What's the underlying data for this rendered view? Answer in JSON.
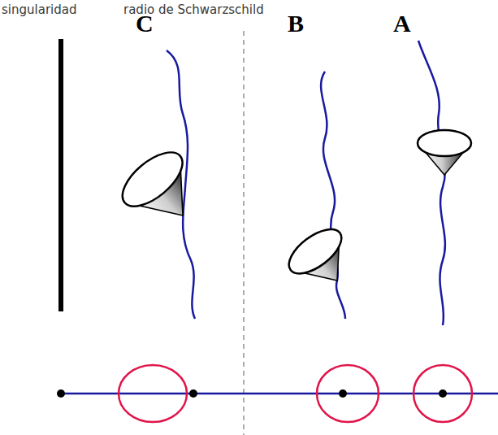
{
  "diagram": {
    "labels": [
      "singularidad",
      "radio de Schwarzschild",
      "C",
      "B",
      "A"
    ]
  }
}
